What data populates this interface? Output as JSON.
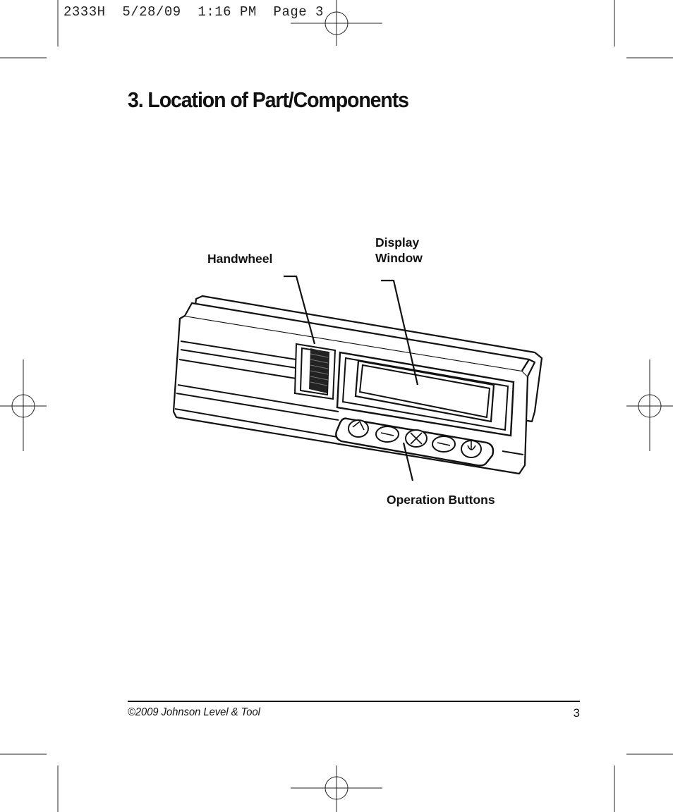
{
  "slug_line": "2333H  5/28/09  1:16 PM  Page 3",
  "title": "3. Location of Part/Components",
  "labels": {
    "handwheel": "Handwheel",
    "display_line1": "Display",
    "display_line2": "Window",
    "operation_buttons": "Operation Buttons"
  },
  "footer": {
    "copyright": "©2009 Johnson Level & Tool",
    "page_number": "3"
  }
}
